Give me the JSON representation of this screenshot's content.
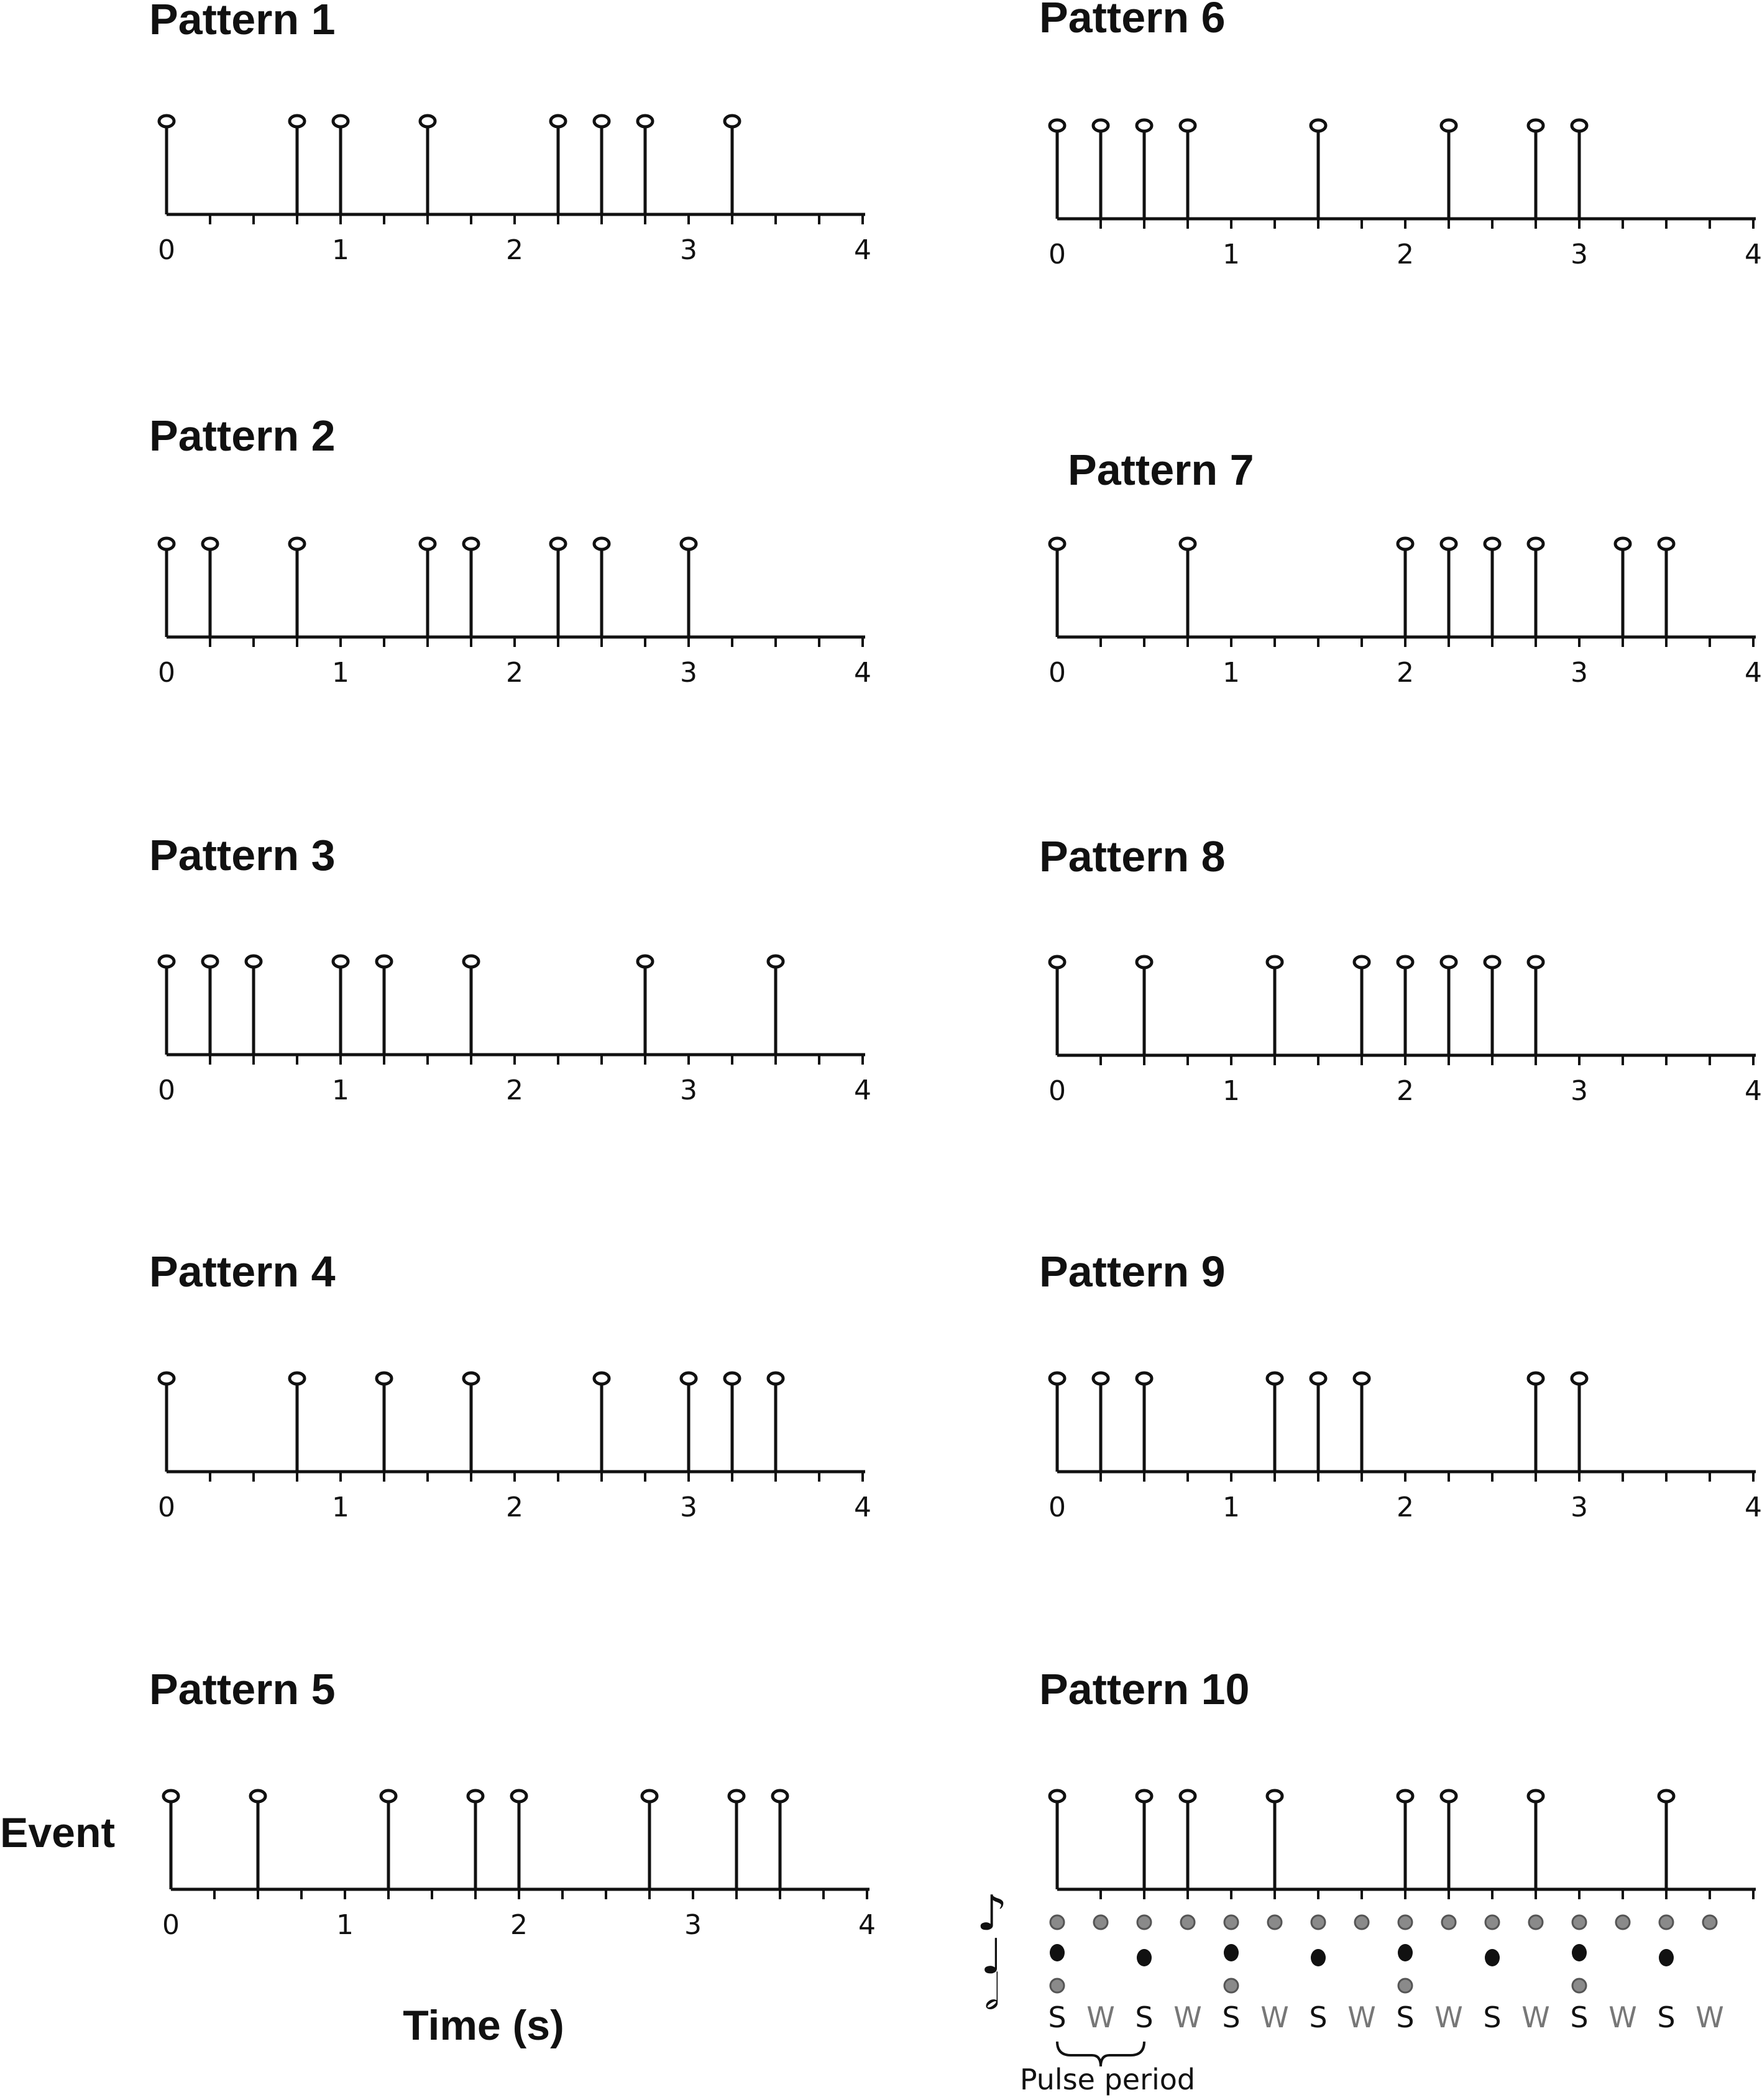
{
  "x_tick_labels": [
    "0",
    "1",
    "2",
    "3",
    "4"
  ],
  "patterns": [
    {
      "title": "Pattern 1",
      "events": [
        0,
        0.75,
        1,
        1.5,
        2.25,
        2.5,
        2.75,
        3.25
      ]
    },
    {
      "title": "Pattern 2",
      "events": [
        0,
        0.25,
        0.75,
        1.5,
        1.75,
        2.25,
        2.5,
        3
      ]
    },
    {
      "title": "Pattern 3",
      "events": [
        0,
        0.25,
        0.5,
        1,
        1.25,
        1.75,
        2.75,
        3.5
      ]
    },
    {
      "title": "Pattern 4",
      "events": [
        0,
        0.75,
        1.25,
        1.75,
        2.5,
        3,
        3.25,
        3.5
      ]
    },
    {
      "title": "Pattern 5",
      "events": [
        0,
        0.5,
        1.25,
        1.75,
        2,
        2.75,
        3.25,
        3.5
      ]
    },
    {
      "title": "Pattern 6",
      "events": [
        0,
        0.25,
        0.5,
        0.75,
        1.5,
        2.25,
        2.75,
        3
      ]
    },
    {
      "title": "Pattern 7",
      "events": [
        0,
        0.75,
        2,
        2.25,
        2.5,
        2.75,
        3.25,
        3.5
      ]
    },
    {
      "title": "Pattern 8",
      "events": [
        0,
        0.5,
        1.25,
        1.75,
        2,
        2.25,
        2.5,
        2.75
      ]
    },
    {
      "title": "Pattern 9",
      "events": [
        0,
        0.25,
        0.5,
        1.25,
        1.5,
        1.75,
        2.75,
        3
      ]
    },
    {
      "title": "Pattern 10",
      "events": [
        0,
        0.5,
        0.75,
        1.25,
        2,
        2.25,
        2.75,
        3.5
      ]
    }
  ],
  "y_label": "Event",
  "x_label": "Time (s)",
  "legend": {
    "eighth_note_icon": "eighth-note-icon",
    "quarter_note_icon": "quarter-note-icon",
    "half_note_icon": "half-note-icon",
    "eighth_grid": [
      0,
      0.25,
      0.5,
      0.75,
      1,
      1.25,
      1.5,
      1.75,
      2,
      2.25,
      2.5,
      2.75,
      3,
      3.25,
      3.5,
      3.75
    ],
    "quarter_beats": [
      0,
      0.5,
      1,
      1.5,
      2,
      2.5,
      3,
      3.5
    ],
    "half_beats": [
      0,
      1,
      2,
      3
    ],
    "strong_weak": [
      "S",
      "W",
      "S",
      "W",
      "S",
      "W",
      "S",
      "W",
      "S",
      "W",
      "S",
      "W",
      "S",
      "W",
      "S",
      "W"
    ],
    "pulse_period_label": "Pulse period"
  },
  "colors": {
    "ink": "#111111",
    "grid_dot": "#8a8a8a",
    "grid_dot_edge": "#555555",
    "weak_text": "#777777"
  }
}
